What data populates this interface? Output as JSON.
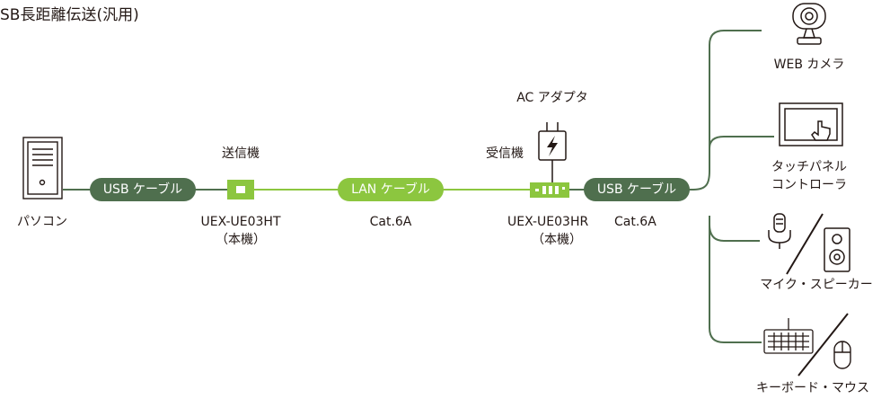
{
  "title": "SB長距離伝送(汎用)",
  "labels": {
    "pc": "パソコン",
    "transmitter_role": "送信機",
    "transmitter_model": "UEX-UE03HT",
    "transmitter_note": "（本機）",
    "lan_spec": "Cat.6A",
    "ac_adapter": "AC アダプタ",
    "receiver_role": "受信機",
    "receiver_model": "UEX-UE03HR",
    "receiver_spec": "Cat.6A",
    "receiver_note": "（本機）"
  },
  "cables": {
    "usb_left": "USB ケーブル",
    "lan": "LAN ケーブル",
    "usb_right": "USB ケーブル"
  },
  "devices": [
    {
      "name": "WEB カメラ",
      "icon": "webcam-icon"
    },
    {
      "name_line1": "タッチパネル",
      "name_line2": "コントローラ",
      "icon": "touch-panel-icon"
    },
    {
      "name": "マイク・スピーカー",
      "icon": "microphone-speaker-icon"
    },
    {
      "name": "キーボード・マウス",
      "icon": "keyboard-mouse-icon"
    }
  ],
  "colors": {
    "usb_line": "#4f6f4e",
    "lan_line": "#8cc63f",
    "device_body": "#8cc63f",
    "icon_stroke": "#231815"
  }
}
